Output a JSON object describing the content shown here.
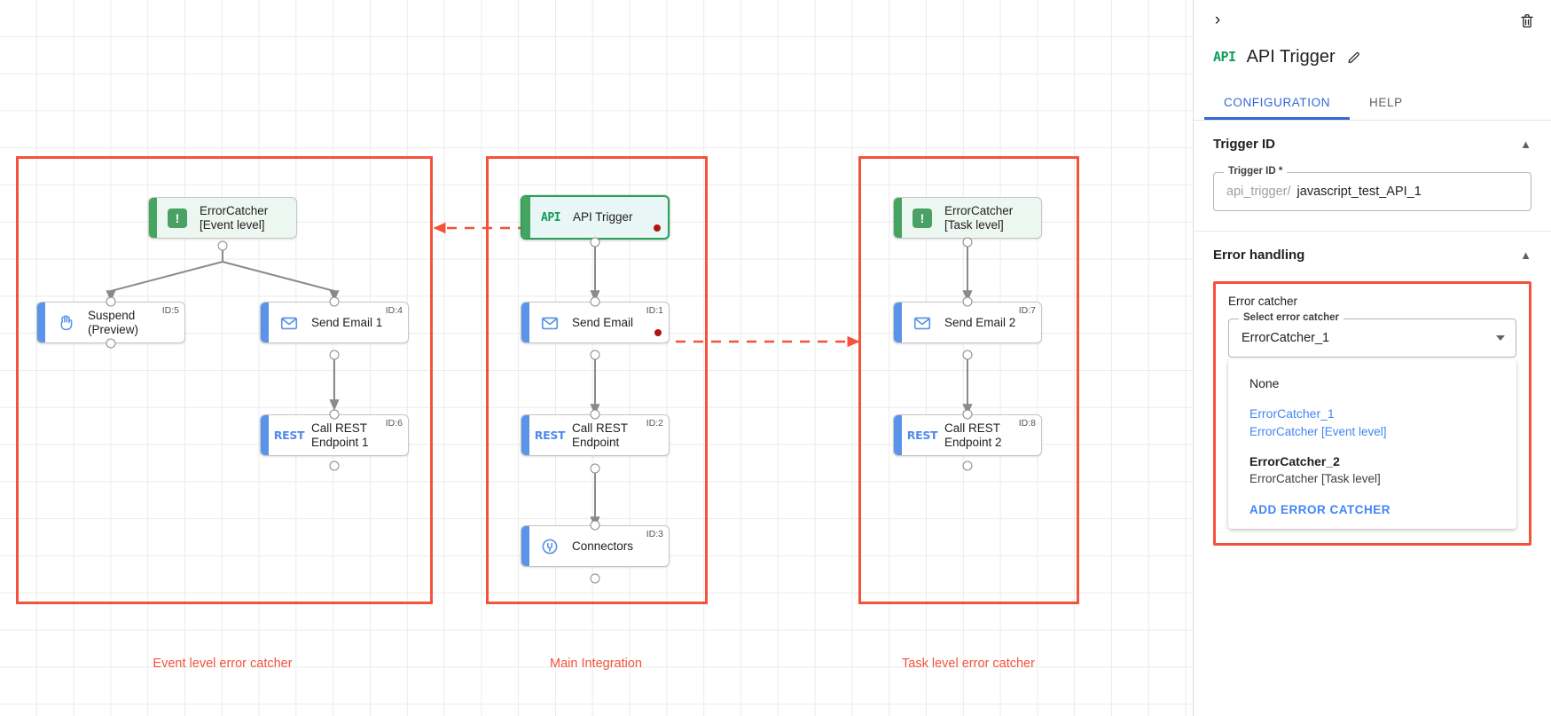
{
  "canvas": {
    "groups": [
      {
        "name": "event-level-group",
        "label": "Event level error catcher"
      },
      {
        "name": "main-integration-group",
        "label": "Main Integration"
      },
      {
        "name": "task-level-group",
        "label": "Task level error catcher"
      }
    ],
    "nodes": [
      {
        "name": "node-errorcatcher-event-level",
        "title": "ErrorCatcher\n[Event level]",
        "icon": "error-catcher-icon",
        "id_label": "",
        "kind": "green",
        "selected": false,
        "error_dot": false
      },
      {
        "name": "node-suspend-preview",
        "title": "Suspend\n(Preview)",
        "icon": "hand-icon",
        "id_label": "ID:5",
        "kind": "blue",
        "selected": false,
        "error_dot": false
      },
      {
        "name": "node-send-email-1",
        "title": "Send Email 1",
        "icon": "envelope-icon",
        "id_label": "ID:4",
        "kind": "blue",
        "selected": false,
        "error_dot": false
      },
      {
        "name": "node-call-rest-endpoint-1",
        "title": "Call REST\nEndpoint 1",
        "icon": "rest-icon",
        "id_label": "ID:6",
        "kind": "blue",
        "selected": false,
        "error_dot": false
      },
      {
        "name": "node-api-trigger",
        "title": "API Trigger",
        "icon": "api-icon",
        "id_label": "",
        "kind": "green",
        "selected": true,
        "error_dot": true
      },
      {
        "name": "node-send-email",
        "title": "Send Email",
        "icon": "envelope-icon",
        "id_label": "ID:1",
        "kind": "blue",
        "selected": false,
        "error_dot": true
      },
      {
        "name": "node-call-rest-endpoint",
        "title": "Call REST\nEndpoint",
        "icon": "rest-icon",
        "id_label": "ID:2",
        "kind": "blue",
        "selected": false,
        "error_dot": false
      },
      {
        "name": "node-connectors",
        "title": "Connectors",
        "icon": "connectors-icon",
        "id_label": "ID:3",
        "kind": "blue",
        "selected": false,
        "error_dot": false
      },
      {
        "name": "node-errorcatcher-task-level",
        "title": "ErrorCatcher\n[Task level]",
        "icon": "error-catcher-icon",
        "id_label": "",
        "kind": "green",
        "selected": false,
        "error_dot": false
      },
      {
        "name": "node-send-email-2",
        "title": "Send Email 2",
        "icon": "envelope-icon",
        "id_label": "ID:7",
        "kind": "blue",
        "selected": false,
        "error_dot": false
      },
      {
        "name": "node-call-rest-endpoint-2",
        "title": "Call REST\nEndpoint 2",
        "icon": "rest-icon",
        "id_label": "ID:8",
        "kind": "blue",
        "selected": false,
        "error_dot": false
      }
    ],
    "colors": {
      "group_border": "#f4523b",
      "group_label": "#f4523b",
      "error_edge": "#f4523b",
      "edge": "#8a8a8a",
      "node_blue": "#5b93e8",
      "node_green": "#44a460",
      "selected_border": "#2e9e5b",
      "error_dot": "#b3140f"
    }
  },
  "panel": {
    "collapse_icon": "›",
    "delete_icon": "delete-icon",
    "node_icon_label": "API",
    "title": "API Trigger",
    "tabs": [
      {
        "name": "tab-configuration",
        "label": "CONFIGURATION",
        "active": true
      },
      {
        "name": "tab-help",
        "label": "HELP",
        "active": false
      }
    ],
    "trigger_id_section": {
      "heading": "Trigger ID",
      "field_legend": "Trigger ID *",
      "prefix": "api_trigger/",
      "value": "javascript_test_API_1"
    },
    "error_handling_section": {
      "heading": "Error handling",
      "box_title": "Error catcher",
      "select_legend": "Select error catcher",
      "selected_value": "ErrorCatcher_1",
      "options": [
        {
          "name": "option-none",
          "line1": "None",
          "line2": "",
          "selected": false,
          "bold": false
        },
        {
          "name": "option-errorcatcher-1",
          "line1": "ErrorCatcher_1",
          "line2": "ErrorCatcher [Event level]",
          "selected": true,
          "bold": false
        },
        {
          "name": "option-errorcatcher-2",
          "line1": "ErrorCatcher_2",
          "line2": "ErrorCatcher [Task level]",
          "selected": false,
          "bold": true
        }
      ],
      "add_action": "ADD ERROR CATCHER"
    }
  }
}
